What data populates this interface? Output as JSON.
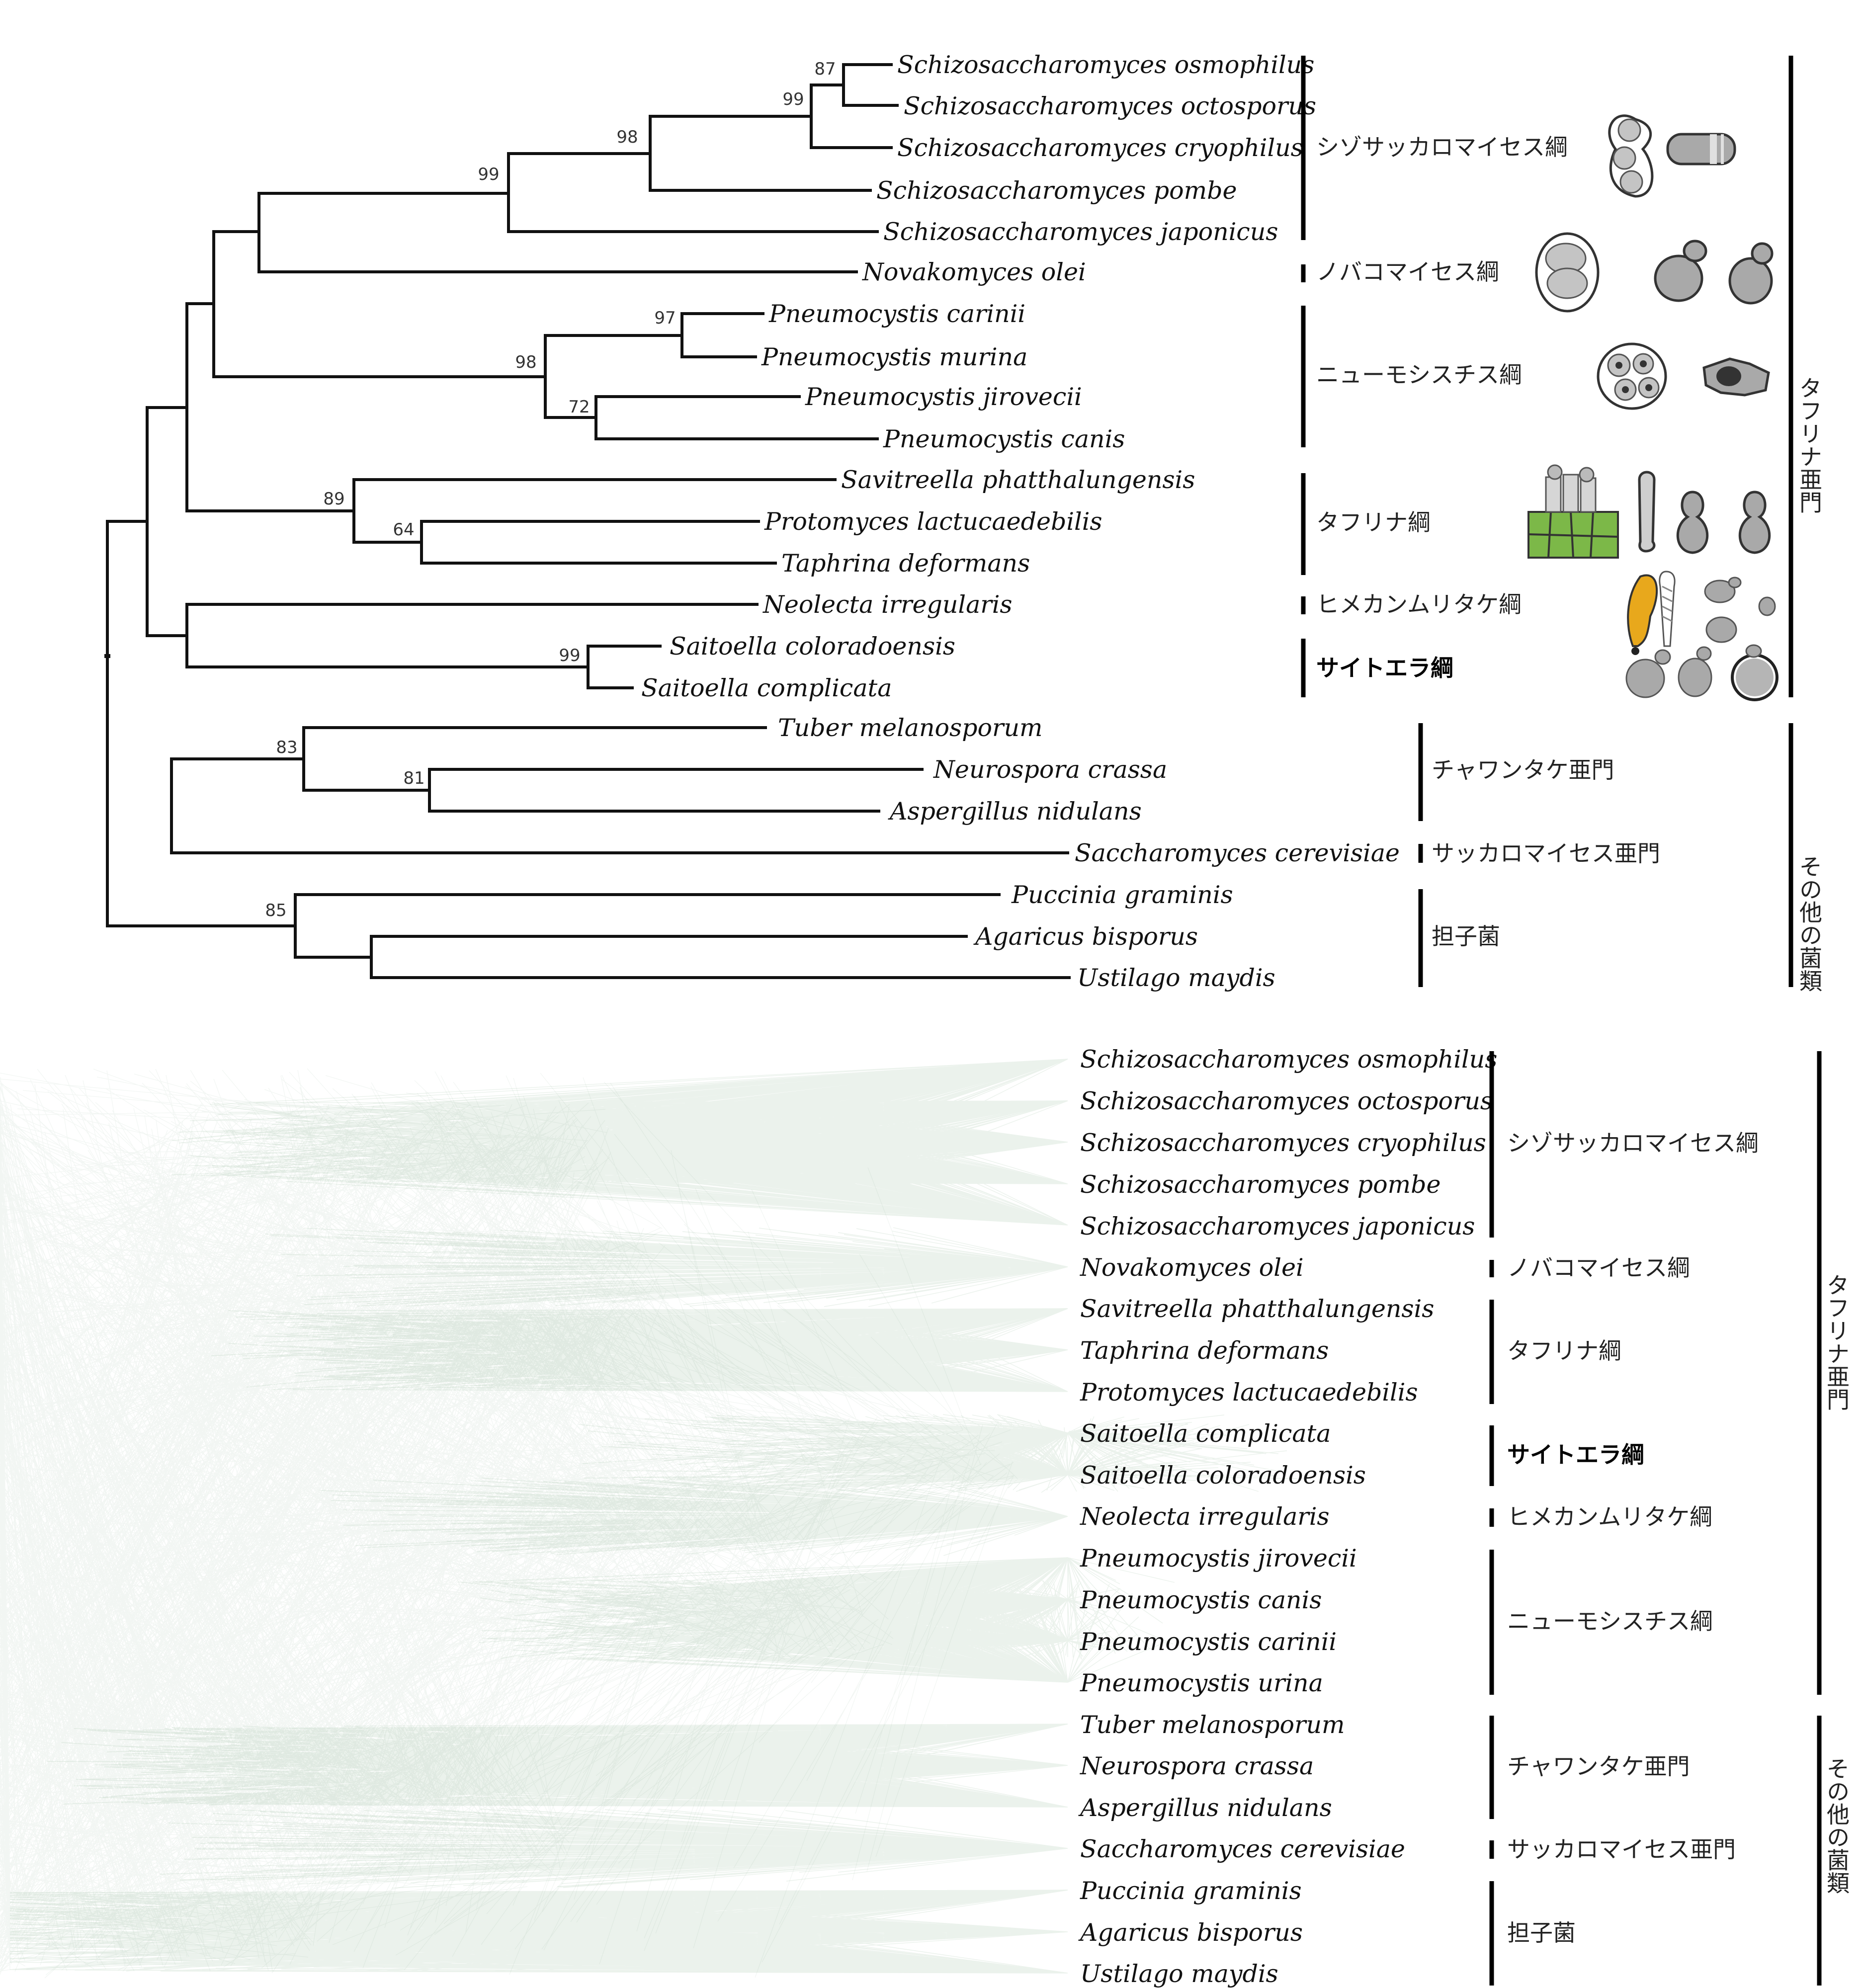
{
  "tree": {
    "labels": [
      "Schizosaccharomyces osmophilus",
      "Schizosaccharomyces octosporus",
      "Schizosaccharomyces cryophilus",
      "Schizosaccharomyces pombe",
      "Schizosaccharomyces japonicus",
      "Novakomyces olei",
      "Pneumocystis carinii",
      "Pneumocystis murina",
      "Pneumocystis jirovecii",
      "Pneumocystis canis",
      "Savitreella phatthalungensis",
      "Protomyces lactucaedebilis",
      "Taphrina deformans",
      "Neolecta irregularis",
      "Saitoella coloradoensis",
      "Saitoella complicata",
      "Tuber melanosporum",
      "Neurospora crassa",
      "Aspergillus nidulans",
      "Saccharomyces cerevisiae",
      "Puccinia graminis",
      "Agaricus bisporus",
      "Ustilago maydis"
    ],
    "bootstrap": [
      "87",
      "99",
      "98",
      "99",
      "97",
      "98",
      "72",
      "89",
      "64",
      "99",
      "83",
      "81",
      "85"
    ],
    "classes": [
      "シゾサッカロマイセス綱",
      "ノバコマイセス綱",
      "ニューモシスチス綱",
      "タフリナ綱",
      "ヒメカンムリタケ綱",
      "サイトエラ綱"
    ],
    "others": [
      "チャワンタケ亜門",
      "サッカロマイセス亜門",
      "担子菌"
    ],
    "subphyla": [
      "タフリナ亜門",
      "その他の菌類"
    ]
  },
  "cloud": {
    "labels": [
      "Schizosaccharomyces osmophilus",
      "Schizosaccharomyces octosporus",
      "Schizosaccharomyces cryophilus",
      "Schizosaccharomyces pombe",
      "Schizosaccharomyces japonicus",
      "Novakomyces olei",
      "Savitreella phatthalungensis",
      "Taphrina deformans",
      "Protomyces lactucaedebilis",
      "Saitoella complicata",
      "Saitoella coloradoensis",
      "Neolecta irregularis",
      "Pneumocystis jirovecii",
      "Pneumocystis canis",
      "Pneumocystis carinii",
      "Pneumocystis urina",
      "Tuber melanosporum",
      "Neurospora crassa",
      "Aspergillus nidulans",
      "Saccharomyces cerevisiae",
      "Puccinia graminis",
      "Agaricus bisporus",
      "Ustilago maydis"
    ],
    "classes": [
      "シゾサッカロマイセス綱",
      "ノバコマイセス綱",
      "タフリナ綱",
      "サイトエラ綱",
      "ヒメカンムリタケ綱",
      "ニューモシスチス綱"
    ],
    "others": [
      "チャワンタケ亜門",
      "サッカロマイセス亜門",
      "担子菌"
    ],
    "subphyla": [
      "タフリナ亜門",
      "その他の菌類"
    ],
    "line_color": "#1e6b2e"
  },
  "icons": [
    "fission-yeast-ascus-icon",
    "fission-yeast-cell-icon",
    "novakomyces-ascus-icon",
    "budding-cell-icon",
    "pneumocystis-cyst-icon",
    "pneumocystis-trophic-icon",
    "taphrina-leaf-tissue-icon",
    "neolecta-fruiting-body-icon",
    "saitoella-cell-icon"
  ],
  "colors": {
    "tissue": "#7cb848",
    "fruiting_body": "#e8a81c",
    "cell_fill": "#a9a9a9"
  }
}
